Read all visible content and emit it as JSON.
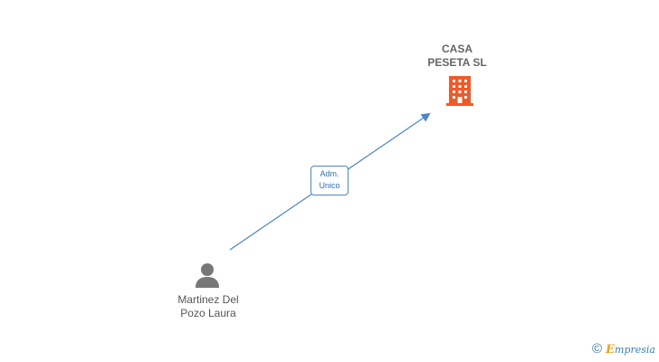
{
  "company": {
    "name_line1": "CASA",
    "name_line2": "PESETA SL",
    "icon": "building-icon",
    "icon_color": "#f05a28"
  },
  "person": {
    "name_line1": "Martinez Del",
    "name_line2": "Pozo Laura",
    "icon": "person-icon",
    "icon_color": "#777777"
  },
  "relation": {
    "line1": "Adm.",
    "line2": "Unico",
    "color": "#4a86c8"
  },
  "watermark": {
    "icon": "copyright-icon",
    "symbol": "©",
    "brand_initial": "E",
    "brand_rest": "mpresia"
  }
}
